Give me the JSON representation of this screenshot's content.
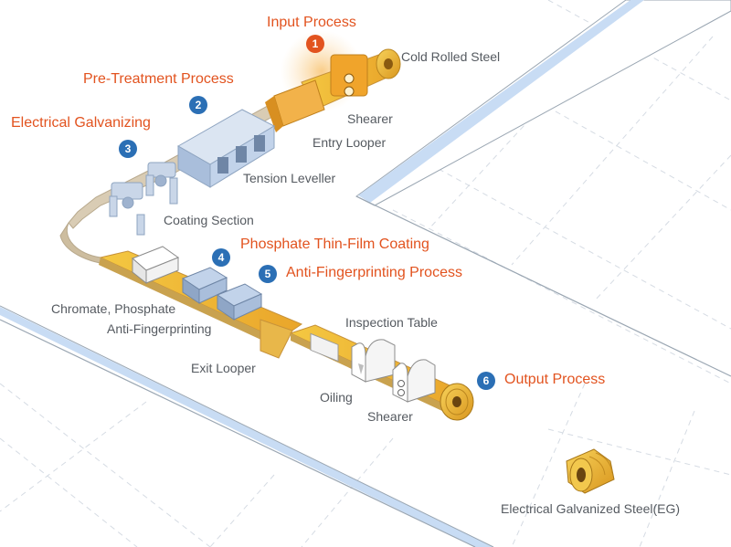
{
  "steps": [
    {
      "number": "1",
      "label": "Input Process"
    },
    {
      "number": "2",
      "label": "Pre-Treatment Process"
    },
    {
      "number": "3",
      "label": "Electrical Galvanizing"
    },
    {
      "number": "4",
      "label": "Phosphate Thin-Film Coating"
    },
    {
      "number": "5",
      "label": "Anti-Fingerprinting Process"
    },
    {
      "number": "6",
      "label": "Output Process"
    }
  ],
  "equipment": {
    "cold_rolled_steel": "Cold Rolled Steel",
    "shearer_in": "Shearer",
    "entry_looper": "Entry Looper",
    "tension_leveller": "Tension Leveller",
    "coating_section": "Coating Section",
    "chromate_phosphate": "Chromate, Phosphate",
    "anti_fingerprinting": "Anti-Fingerprinting",
    "inspection_table": "Inspection Table",
    "exit_looper": "Exit Looper",
    "oiling": "Oiling",
    "shearer_out": "Shearer"
  },
  "product_label": "Electrical Galvanized Steel(EG)",
  "colors": {
    "step_text": "#e2531f",
    "badge_blue": "#2b6fb5",
    "badge_orange": "#e2531f",
    "label_text": "#555a60",
    "strip_steel": "#d8c9b0",
    "strip_coated": "#f2c12e",
    "machine_blue": "#b9cbe3",
    "platform_edge": "#c8dcf4"
  }
}
